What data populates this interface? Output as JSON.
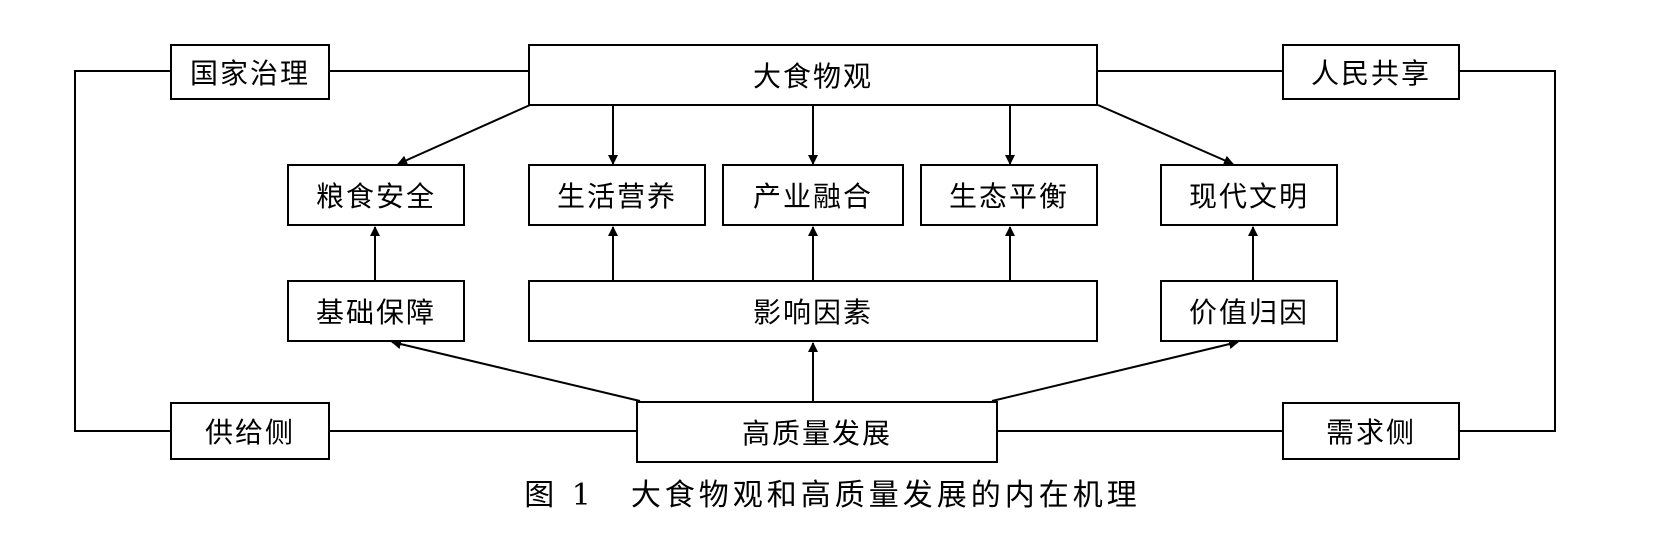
{
  "nodes": {
    "core": "大食物观",
    "governance": "国家治理",
    "sharing": "人民共享",
    "food_security": "粮食安全",
    "nutrition": "生活营养",
    "integration": "产业融合",
    "ecology": "生态平衡",
    "civilization": "现代文明",
    "basic_guarantee": "基础保障",
    "influence_factors": "影响因素",
    "value_attribution": "价值归因",
    "hq_development": "高质量发展",
    "supply_side": "供给侧",
    "demand_side": "需求侧"
  },
  "caption": {
    "label": "图 1",
    "text": "大食物观和高质量发展的内在机理"
  },
  "edges": [
    [
      "core",
      "food_security"
    ],
    [
      "core",
      "nutrition"
    ],
    [
      "core",
      "integration"
    ],
    [
      "core",
      "ecology"
    ],
    [
      "core",
      "civilization"
    ],
    [
      "basic_guarantee",
      "food_security"
    ],
    [
      "influence_factors",
      "nutrition"
    ],
    [
      "influence_factors",
      "integration"
    ],
    [
      "influence_factors",
      "ecology"
    ],
    [
      "value_attribution",
      "civilization"
    ],
    [
      "hq_development",
      "basic_guarantee"
    ],
    [
      "hq_development",
      "influence_factors"
    ],
    [
      "hq_development",
      "value_attribution"
    ]
  ]
}
